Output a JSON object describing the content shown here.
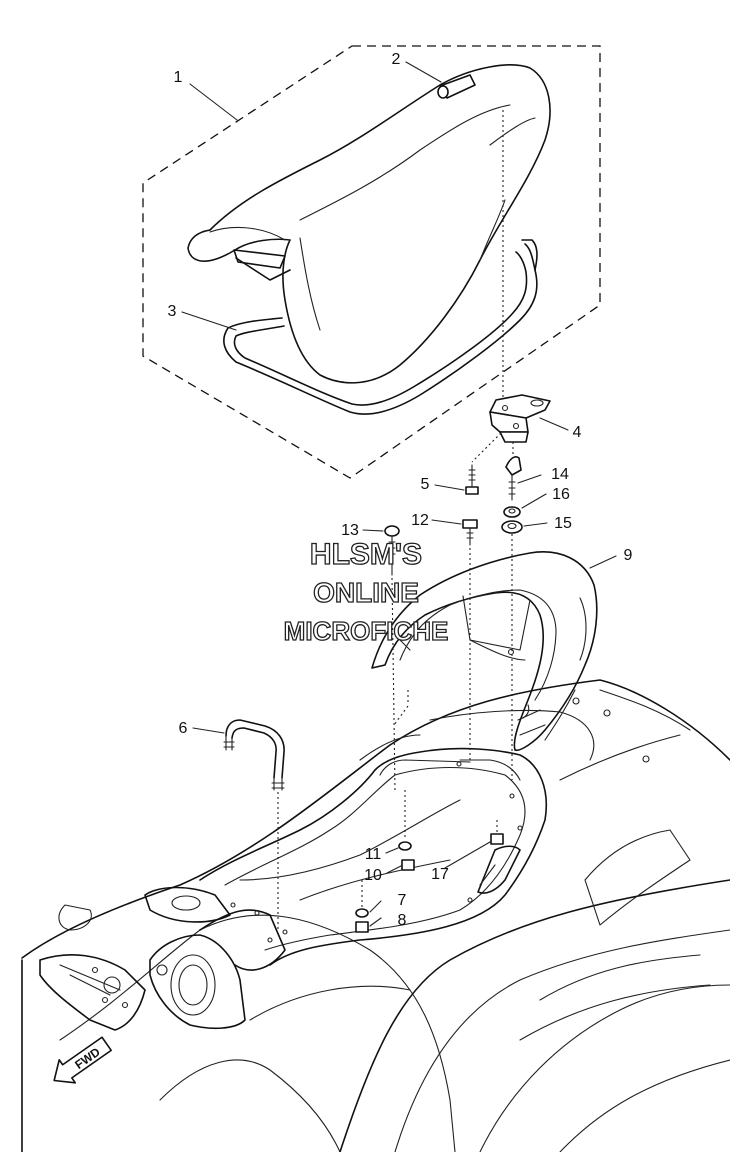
{
  "callouts": [
    {
      "id": "1",
      "label": "1"
    },
    {
      "id": "2",
      "label": "2"
    },
    {
      "id": "3",
      "label": "3"
    },
    {
      "id": "4",
      "label": "4"
    },
    {
      "id": "5",
      "label": "5"
    },
    {
      "id": "6",
      "label": "6"
    },
    {
      "id": "7",
      "label": "7"
    },
    {
      "id": "8",
      "label": "8"
    },
    {
      "id": "9",
      "label": "9"
    },
    {
      "id": "10",
      "label": "10"
    },
    {
      "id": "11",
      "label": "11"
    },
    {
      "id": "12",
      "label": "12"
    },
    {
      "id": "13",
      "label": "13"
    },
    {
      "id": "14",
      "label": "14"
    },
    {
      "id": "15",
      "label": "15"
    },
    {
      "id": "16",
      "label": "16"
    },
    {
      "id": "17",
      "label": "17"
    }
  ],
  "watermark": {
    "line1": "HLSM'S",
    "line2": "ONLINE",
    "line3": "MICROFICHE"
  },
  "direction_label": "FWD"
}
